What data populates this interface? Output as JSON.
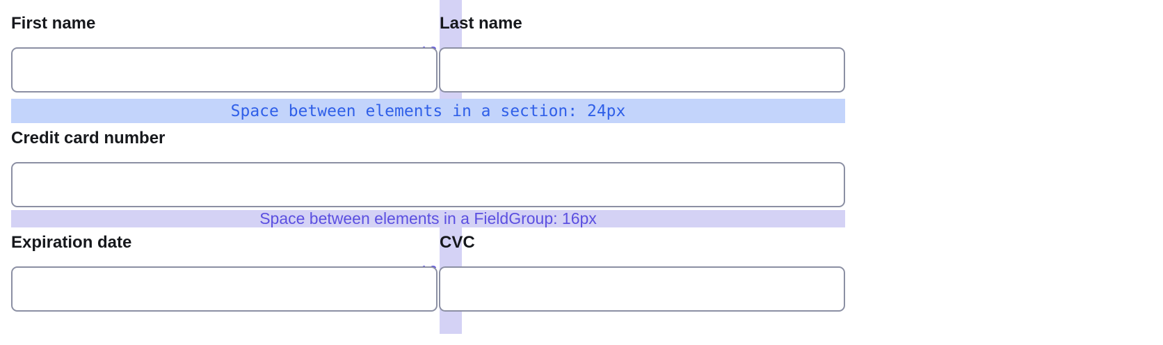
{
  "form": {
    "fields": [
      {
        "id": "first-name",
        "label": "First name",
        "value": "",
        "placeholder": ""
      },
      {
        "id": "last-name",
        "label": "Last name",
        "value": "",
        "placeholder": ""
      },
      {
        "id": "credit-card-number",
        "label": "Credit card number",
        "value": "",
        "placeholder": ""
      },
      {
        "id": "expiration-date",
        "label": "Expiration date",
        "value": "",
        "placeholder": ""
      },
      {
        "id": "cvc",
        "label": "CVC",
        "value": "",
        "placeholder": ""
      }
    ]
  },
  "annotations": {
    "column_gaps": [
      {
        "id": "name-row-gap",
        "value": "16"
      },
      {
        "id": "card-row-gap",
        "value": "16"
      }
    ],
    "bands": [
      {
        "id": "section-spacing",
        "text": "Space between elements in a section: 24px",
        "value": "24px",
        "color": "#c3d4fb",
        "text_color": "#2f5fe8"
      },
      {
        "id": "fieldgroup-spacing",
        "text": "Space between elements in a FieldGroup: 16px",
        "value": "16px",
        "color": "#d4d2f5",
        "text_color": "#5b4fe0"
      }
    ]
  },
  "colors": {
    "section_band": "#c3d4fb",
    "fieldgroup_band": "#d4d2f5",
    "section_text": "#2f5fe8",
    "fieldgroup_text": "#5b4fe0",
    "input_border": "#8b8fa3",
    "label_text": "#16181c",
    "background": "#ffffff"
  }
}
